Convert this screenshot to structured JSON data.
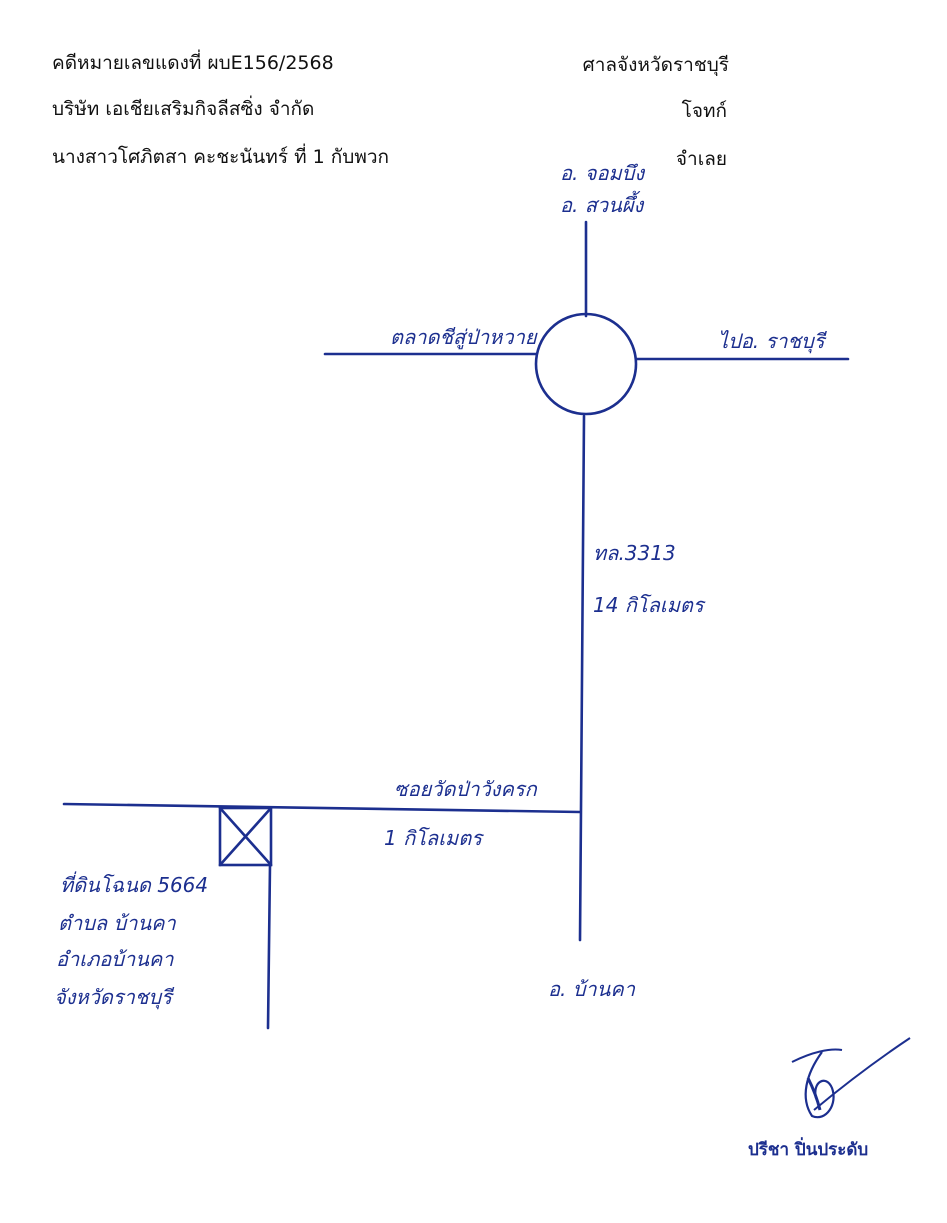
{
  "header": {
    "case_number": "คดีหมายเลขแดงที่ ผบE156/2568",
    "court": "ศาลจังหวัดราชบุรี",
    "plaintiff_name": "บริษัท เอเชียเสริมกิจลีสซิ่ง จำกัด",
    "plaintiff_role": "โจทก์",
    "defendant_name": "นางสาวโศภิตสา คะชะนันทร์ ที่ 1 กับพวก",
    "defendant_role": "จำเลย"
  },
  "map_labels": {
    "north_line1": "อ. จอมบึง",
    "north_line2": "อ. สวนผึ้ง",
    "west_road": "ตลาดชีสู่ป่าหวาย",
    "east_road": "ไปอ. ราชบุรี",
    "highway": "ทล.3313",
    "highway_distance": "14 กิโลเมตร",
    "soi_name": "ซอยวัดป่าวังครก",
    "soi_distance": "1 กิโลเมตร",
    "south": "อ. บ้านคา",
    "parcel_line1": "ที่ดินโฉนด 5664",
    "parcel_line2": "ตำบล บ้านคา",
    "parcel_line3": "อำเภอบ้านคา",
    "parcel_line4": "จังหวัดราชบุรี"
  },
  "signature": {
    "name": "ปรีชา ปิ่นประดับ"
  },
  "colors": {
    "ink": "#1c2f8f",
    "typed_text": "#111111"
  }
}
